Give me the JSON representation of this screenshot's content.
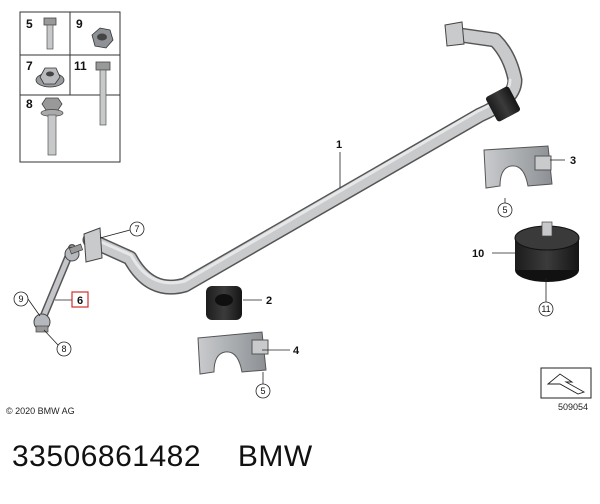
{
  "hardware_grid": {
    "cells": [
      {
        "number": "5"
      },
      {
        "number": "9"
      },
      {
        "number": "7"
      },
      {
        "number": "11"
      },
      {
        "number": "8"
      }
    ]
  },
  "callouts": {
    "stabilizer_bar": "1",
    "rubber_mounting_center": "2",
    "bracket_right": "3",
    "bracket_center": "4",
    "bolt_right": "5",
    "bolt_center": "5",
    "link_highlight": "6",
    "link_nut": "7",
    "link_bolt_bottom": "8",
    "link_joint": "9",
    "rubber_buffer": "10",
    "buffer_nut": "11"
  },
  "copyright": "© 2020 BMW AG",
  "diagram_number": "509054",
  "part_number": "33506861482",
  "brand": "BMW",
  "colors": {
    "highlight": "#d32f2f",
    "part_grey": "#b5b8bc",
    "part_dark": "#2a2a2a"
  }
}
